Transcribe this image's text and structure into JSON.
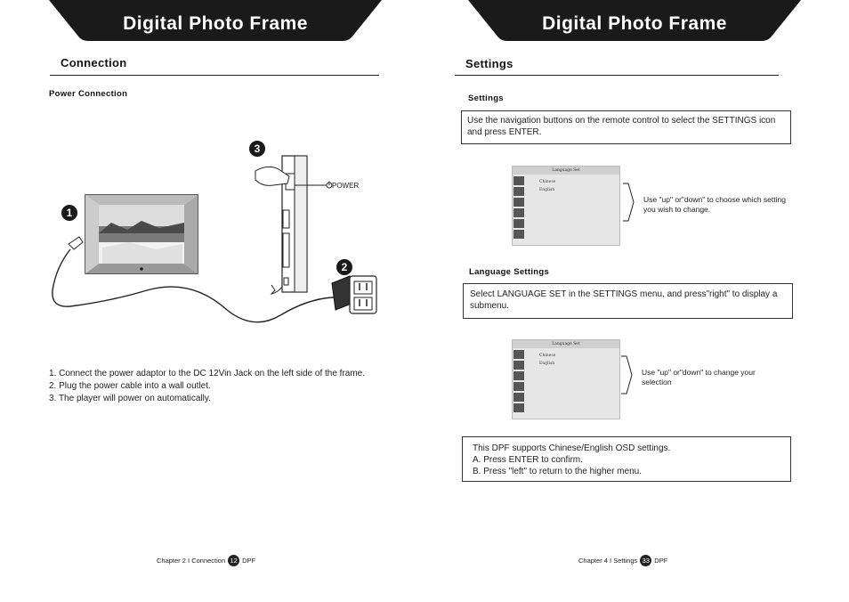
{
  "left_page": {
    "banner_title": "Digital Photo Frame",
    "section_title": "Connection",
    "subsection_title": "Power Connection",
    "power_label": "POWER",
    "callouts": [
      "1",
      "2",
      "3"
    ],
    "steps": [
      "1. Connect the power adaptor to the DC 12Vin Jack on the left side of the frame.",
      "2. Plug the power cable into a wall outlet.",
      "3. The player will power on automatically."
    ],
    "footer": {
      "chapter": "Chapter 2 I Connection",
      "page": "12",
      "suffix": "DPF"
    }
  },
  "right_page": {
    "banner_title": "Digital Photo Frame",
    "section_title": "Settings",
    "settings_subtitle": "Settings",
    "settings_box": "Use the navigation buttons on the remote control to select the SETTINGS icon and press ENTER.",
    "screen1": {
      "header": "Language Set",
      "items": [
        "Chinese",
        "English"
      ]
    },
    "note1": "Use \"up\" or\"down\" to choose which setting you wish to change.",
    "language_subtitle": "Language Settings",
    "language_box": "Select LANGUAGE SET in the SETTINGS menu, and press\"right\" to display a submenu.",
    "screen2": {
      "header": "Language Set",
      "items": [
        "Chinese",
        "English"
      ]
    },
    "note2": "Use \"up\" or\"down\" to change your selection",
    "info_lines": [
      "This DPF supports Chinese/English OSD settings.",
      "A. Press ENTER to confirm.",
      "B. Press \"left\" to return to the higher menu."
    ],
    "footer": {
      "chapter": "Chapter 4 I Settings",
      "page": "33",
      "suffix": "DPF"
    }
  },
  "colors": {
    "banner": "#1a1a1a",
    "text": "#222222"
  }
}
